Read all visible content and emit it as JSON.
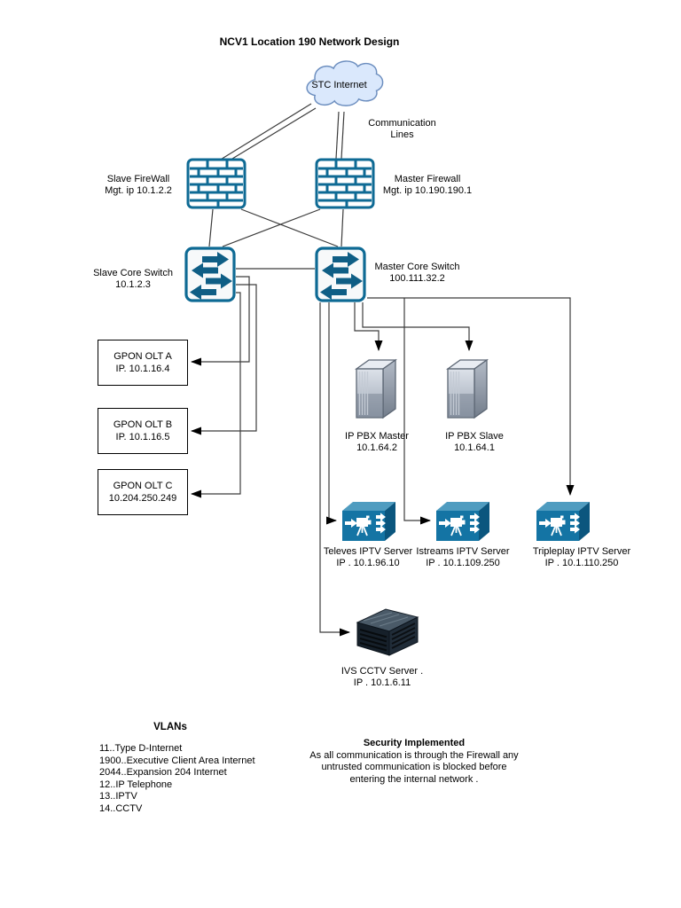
{
  "page": {
    "title": "NCV1 Location 190 Network Design"
  },
  "cloud": {
    "label": "STC Internet"
  },
  "annotations": {
    "comm_line1": "Communication",
    "comm_line2": "Lines"
  },
  "firewalls": {
    "slave": {
      "name": "Slave FireWall",
      "mgmt": "Mgt. ip 10.1.2.2"
    },
    "master": {
      "name": "Master Firewall",
      "mgmt": "Mgt. ip 10.190.190.1"
    }
  },
  "switches": {
    "slave": {
      "name": "Slave Core Switch",
      "ip": "10.1.2.3"
    },
    "master": {
      "name": "Master Core Switch",
      "ip": "100.111.32.2"
    }
  },
  "gpon": [
    {
      "name": "GPON OLT A",
      "ip": "IP. 10.1.16.4"
    },
    {
      "name": "GPON OLT B",
      "ip": "IP. 10.1.16.5"
    },
    {
      "name": "GPON OLT C",
      "ip": "10.204.250.249"
    }
  ],
  "pbx": [
    {
      "name": "IP PBX Master",
      "ip": "10.1.64.2"
    },
    {
      "name": "IP PBX Slave",
      "ip": "10.1.64.1"
    }
  ],
  "iptv": [
    {
      "name": "Televes IPTV Server",
      "ip": "IP . 10.1.96.10"
    },
    {
      "name": "Istreams IPTV Server",
      "ip": "IP . 10.1.109.250"
    },
    {
      "name": "Tripleplay IPTV Server",
      "ip": "IP . 10.1.110.250"
    }
  ],
  "cctv": {
    "name": "IVS CCTV Server .",
    "ip": "IP . 10.1.6.11"
  },
  "vlans": {
    "heading": "VLANs",
    "items": [
      "11..Type D-Internet",
      "1900..Executive Client Area Internet",
      "2044..Expansion 204 Internet",
      "12..IP Telephone",
      "13..IPTV",
      "14..CCTV"
    ]
  },
  "security": {
    "heading": "Security Implemented",
    "body": "As all communication is through the Firewall any untrusted communication is blocked before entering the internal network ."
  },
  "colors": {
    "network_teal": "#0e6a94",
    "cloud_fill": "#dae8fc",
    "cloud_stroke": "#6c8ebf",
    "iptv_front": "#1474a4",
    "connector": "#3c3c3c"
  }
}
